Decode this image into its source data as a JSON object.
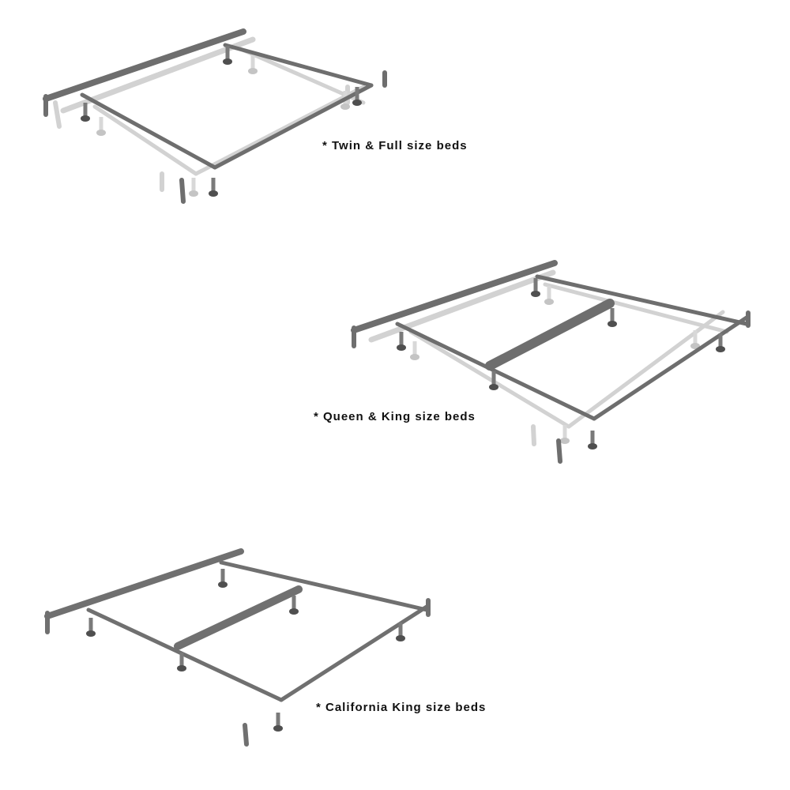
{
  "captions": {
    "twin_full": "* Twin & Full size beds",
    "queen_king": "* Queen & King size beds",
    "california_king": "* California King size beds"
  },
  "colors": {
    "frame_dark": "#6e6e6e",
    "frame_light": "#cfcfcf",
    "background": "#ffffff"
  }
}
